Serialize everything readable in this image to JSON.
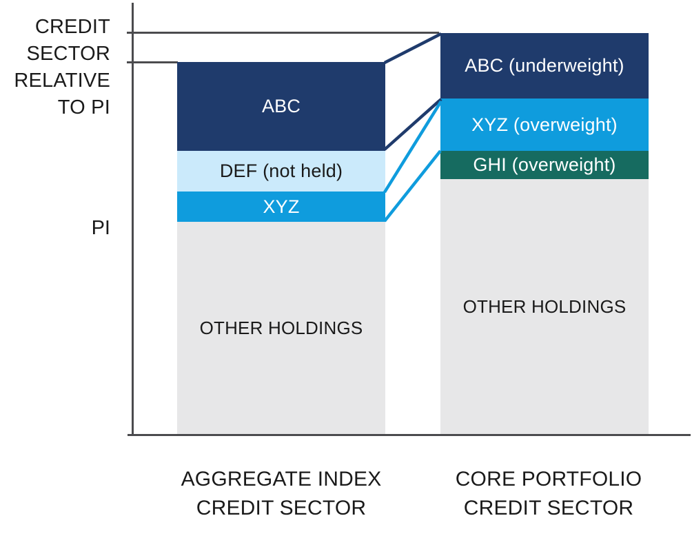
{
  "colors": {
    "navy": "#1f3b6c",
    "cyan": "#0f9cdd",
    "light_blue": "#cbeafb",
    "teal": "#166b60",
    "gray": "#e7e7e8",
    "axis": "#4b4b4e",
    "text_dark": "#1a1a1a",
    "text_light": "#ffffff"
  },
  "y_axis": {
    "upper_label_lines": [
      "CREDIT",
      "SECTOR",
      "RELATIVE",
      "TO PI"
    ],
    "lower_label": "PI"
  },
  "x_axis": {
    "categories": [
      {
        "lines": [
          "AGGREGATE INDEX",
          "CREDIT SECTOR"
        ]
      },
      {
        "lines": [
          "CORE PORTFOLIO",
          "CREDIT SECTOR"
        ]
      }
    ]
  },
  "bars": {
    "index": {
      "segments": [
        {
          "label": "ABC"
        },
        {
          "label": "DEF (not held)"
        },
        {
          "label": "XYZ"
        },
        {
          "label": "OTHER HOLDINGS"
        }
      ]
    },
    "portfolio": {
      "segments": [
        {
          "label": "ABC (underweight)"
        },
        {
          "label": "XYZ (overweight)"
        },
        {
          "label": "GHI (overweight)"
        },
        {
          "label": "OTHER HOLDINGS"
        }
      ]
    }
  },
  "chart_data": {
    "type": "bar",
    "subtype": "stacked-comparison",
    "title": "",
    "categories": [
      "AGGREGATE INDEX CREDIT SECTOR",
      "CORE PORTFOLIO CREDIT SECTOR"
    ],
    "series": [
      {
        "name": "ABC",
        "labels": [
          "ABC",
          "ABC (underweight)"
        ],
        "values": [
          22.0,
          16.3
        ],
        "color": "#1f3b6c"
      },
      {
        "name": "DEF",
        "labels": [
          "DEF (not held)",
          null
        ],
        "values": [
          10.1,
          0
        ],
        "color": "#cbeafb"
      },
      {
        "name": "XYZ",
        "labels": [
          "XYZ",
          "XYZ (overweight)"
        ],
        "values": [
          7.5,
          13.0
        ],
        "color": "#0f9cdd"
      },
      {
        "name": "GHI",
        "labels": [
          null,
          "GHI (overweight)"
        ],
        "values": [
          0,
          7.0
        ],
        "color": "#166b60"
      },
      {
        "name": "OTHER HOLDINGS",
        "labels": [
          "OTHER HOLDINGS",
          "OTHER HOLDINGS"
        ],
        "values": [
          52.7,
          63.3
        ],
        "color": "#e7e7e8"
      }
    ],
    "values_unit": "% of plot height, estimated from pixels (chart shows no numeric axis)",
    "ylabel": "CREDIT SECTOR RELATIVE TO PI",
    "y_reference_marks": [
      {
        "label": "CREDIT SECTOR RELATIVE TO PI",
        "aligned_to": "tops of the two bars"
      },
      {
        "label": "PI",
        "aligned_to": "top of index OTHER HOLDINGS segment"
      }
    ],
    "grid": false,
    "legend": false,
    "connectors": [
      {
        "from": "index bar top",
        "to": "portfolio bar top",
        "color": "#1f3b6c"
      },
      {
        "from": "index ABC bottom",
        "to": "portfolio ABC bottom",
        "color": "#1f3b6c"
      },
      {
        "from": "index XYZ top",
        "to": "portfolio XYZ top",
        "color": "#0f9cdd"
      },
      {
        "from": "index XYZ bottom",
        "to": "portfolio XYZ bottom",
        "color": "#0f9cdd"
      }
    ]
  }
}
